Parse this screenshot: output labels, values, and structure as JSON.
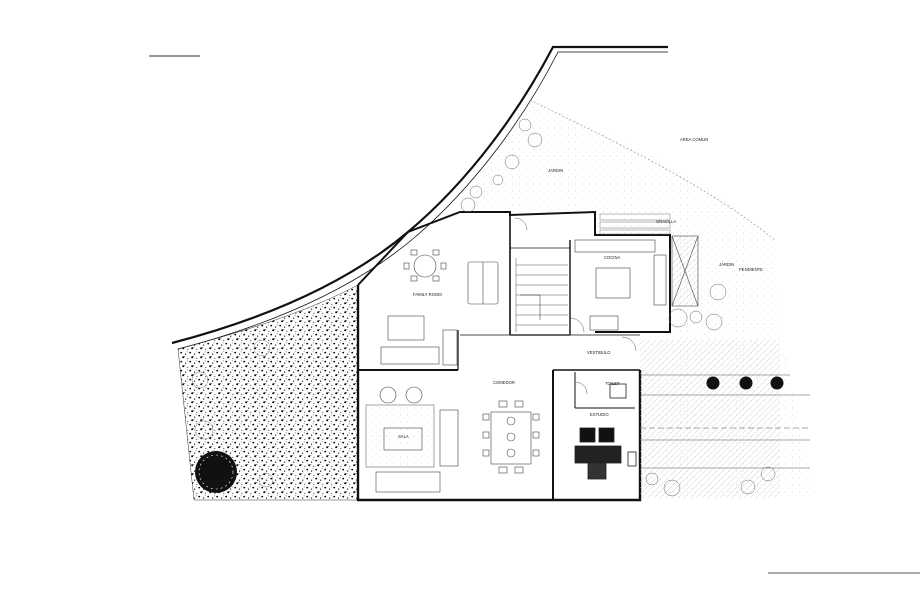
{
  "plan": {
    "rooms": {
      "area_comun": "AREA COMUN",
      "jardin_top": "JARDIN",
      "gravilla": "GRAVILLA",
      "jardin_right": "JARDIN",
      "pendiente": "PENDIENTE",
      "family_room": "FAMILY ROOM",
      "cocina": "COCINA",
      "vestibulo": "VESTIBULO",
      "comedor": "COMEDOR",
      "sala": "SALA",
      "toilet": "TOILET",
      "estudio": "ESTUDIO"
    },
    "colors": {
      "wall": "#111111",
      "line": "#555555",
      "hatch": "#e6e6e6",
      "gravel": "#000000"
    }
  }
}
